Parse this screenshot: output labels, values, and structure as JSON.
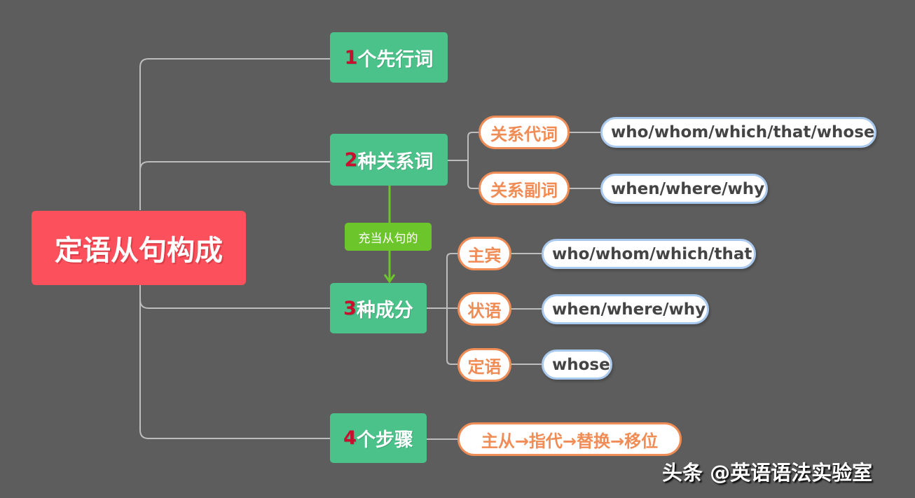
{
  "root": {
    "title": "定语从句构成"
  },
  "branches": [
    {
      "num": "1",
      "text": "个先行词"
    },
    {
      "num": "2",
      "text": "种关系词"
    },
    {
      "num": "3",
      "text": "种成分"
    },
    {
      "num": "4",
      "text": "个步骤"
    }
  ],
  "relation_label": "充当从句的",
  "relatives": [
    {
      "type": "关系代词",
      "words": "who/whom/which/that/whose"
    },
    {
      "type": "关系副词",
      "words": "when/where/why"
    }
  ],
  "components": [
    {
      "type": "主宾",
      "words": "who/whom/which/that"
    },
    {
      "type": "状语",
      "words": "when/where/why"
    },
    {
      "type": "定语",
      "words": "whose"
    }
  ],
  "steps": "主从→指代→替换→移位",
  "watermark": "头条 @英语语法实验室",
  "colors": {
    "background": "#5d5d5d",
    "root": "#fc505c",
    "branch": "#4cc28b",
    "label": "#6cc52a",
    "orange": "#f08c55",
    "blue": "#a9c9ee",
    "number": "#c8102e"
  }
}
